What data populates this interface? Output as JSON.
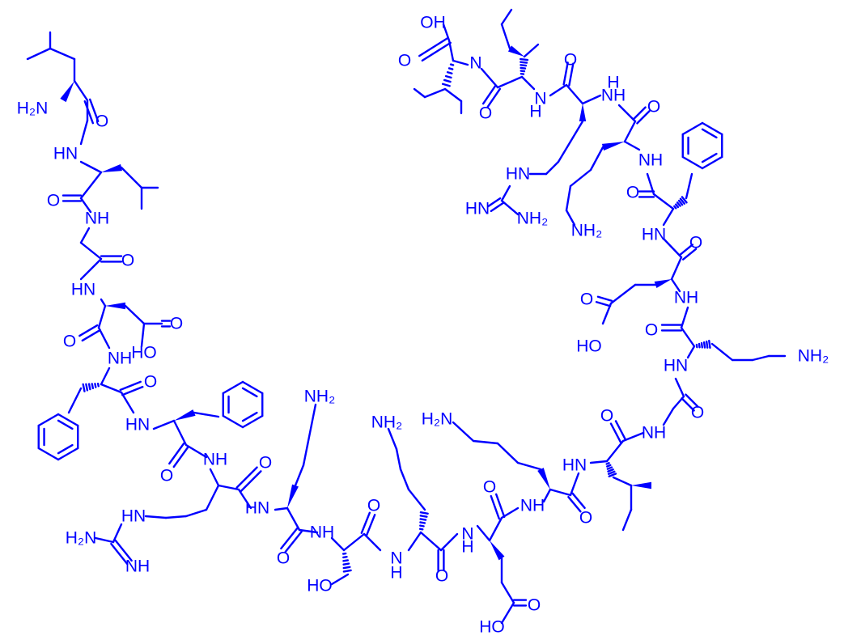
{
  "colors": {
    "structure": "#0000ff",
    "background": "#ffffff"
  },
  "labels": {
    "H2N": "H₂N",
    "HN": "HN",
    "NH": "NH",
    "N": "N",
    "H": "H",
    "O": "O",
    "OH": "OH",
    "HO": "HO",
    "NH2": "NH₂",
    "HN_imine": "HN",
    "NH_imine": "NH"
  }
}
